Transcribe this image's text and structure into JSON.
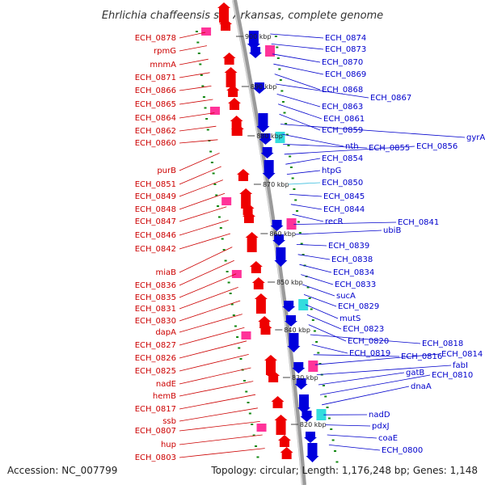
{
  "title": "Ehrlichia chaffeensis str. Arkansas, complete genome",
  "footer": {
    "accession": "Accession: NC_007799",
    "summary": "Topology: circular; Length: 1,176,248 bp; Genes: 1,148"
  },
  "colors": {
    "forward": "#ee0000",
    "reverse": "#0000dd",
    "left_label": "#cc0000",
    "right_label": "#0000cc",
    "highlight_label": "#33bbdd",
    "backbone": "#888888",
    "orf_tick": "#118811"
  },
  "scale_labels": [
    "900 kbp",
    "890 kbp",
    "880 kbp",
    "870 kbp",
    "860 kbp",
    "850 kbp",
    "840 kbp",
    "830 kbp",
    "820 kbp"
  ],
  "left_labels": [
    "ECH_0878",
    "rpmG",
    "mnmA",
    "ECH_0871",
    "ECH_0866",
    "ECH_0865",
    "ECH_0864",
    "ECH_0862",
    "ECH_0860",
    "purB",
    "ECH_0851",
    "ECH_0849",
    "ECH_0848",
    "ECH_0847",
    "ECH_0846",
    "ECH_0842",
    "miaB",
    "ECH_0836",
    "ECH_0835",
    "ECH_0831",
    "ECH_0830",
    "dapA",
    "ECH_0827",
    "ECH_0826",
    "ECH_0825",
    "nadE",
    "hemB",
    "ECH_0817",
    "ssb",
    "ECH_0807",
    "hup",
    "ECH_0803"
  ],
  "right_labels": [
    "ECH_0874",
    "ECH_0873",
    "ECH_0870",
    "ECH_0869",
    "ECH_0868",
    "ECH_0867",
    "ECH_0863",
    "ECH_0861",
    "ECH_0859",
    "gyrA",
    "nth",
    "ECH_0855",
    "ECH_0856",
    "ECH_0854",
    "htpG",
    "ECH_0850",
    "ECH_0845",
    "ECH_0844",
    "recR",
    "ECH_0841",
    "ubiB",
    "ECH_0839",
    "ECH_0838",
    "ECH_0834",
    "ECH_0833",
    "sucA",
    "ECH_0829",
    "mutS",
    "ECH_0823",
    "ECH_0820",
    "ECH_0818",
    "ECH_0819",
    "ECH_0816",
    "ECH_0814",
    "fabI",
    "gatB",
    "ECH_0810",
    "dnaA",
    "nadD",
    "pdxJ",
    "coaE",
    "ECH_0800"
  ]
}
